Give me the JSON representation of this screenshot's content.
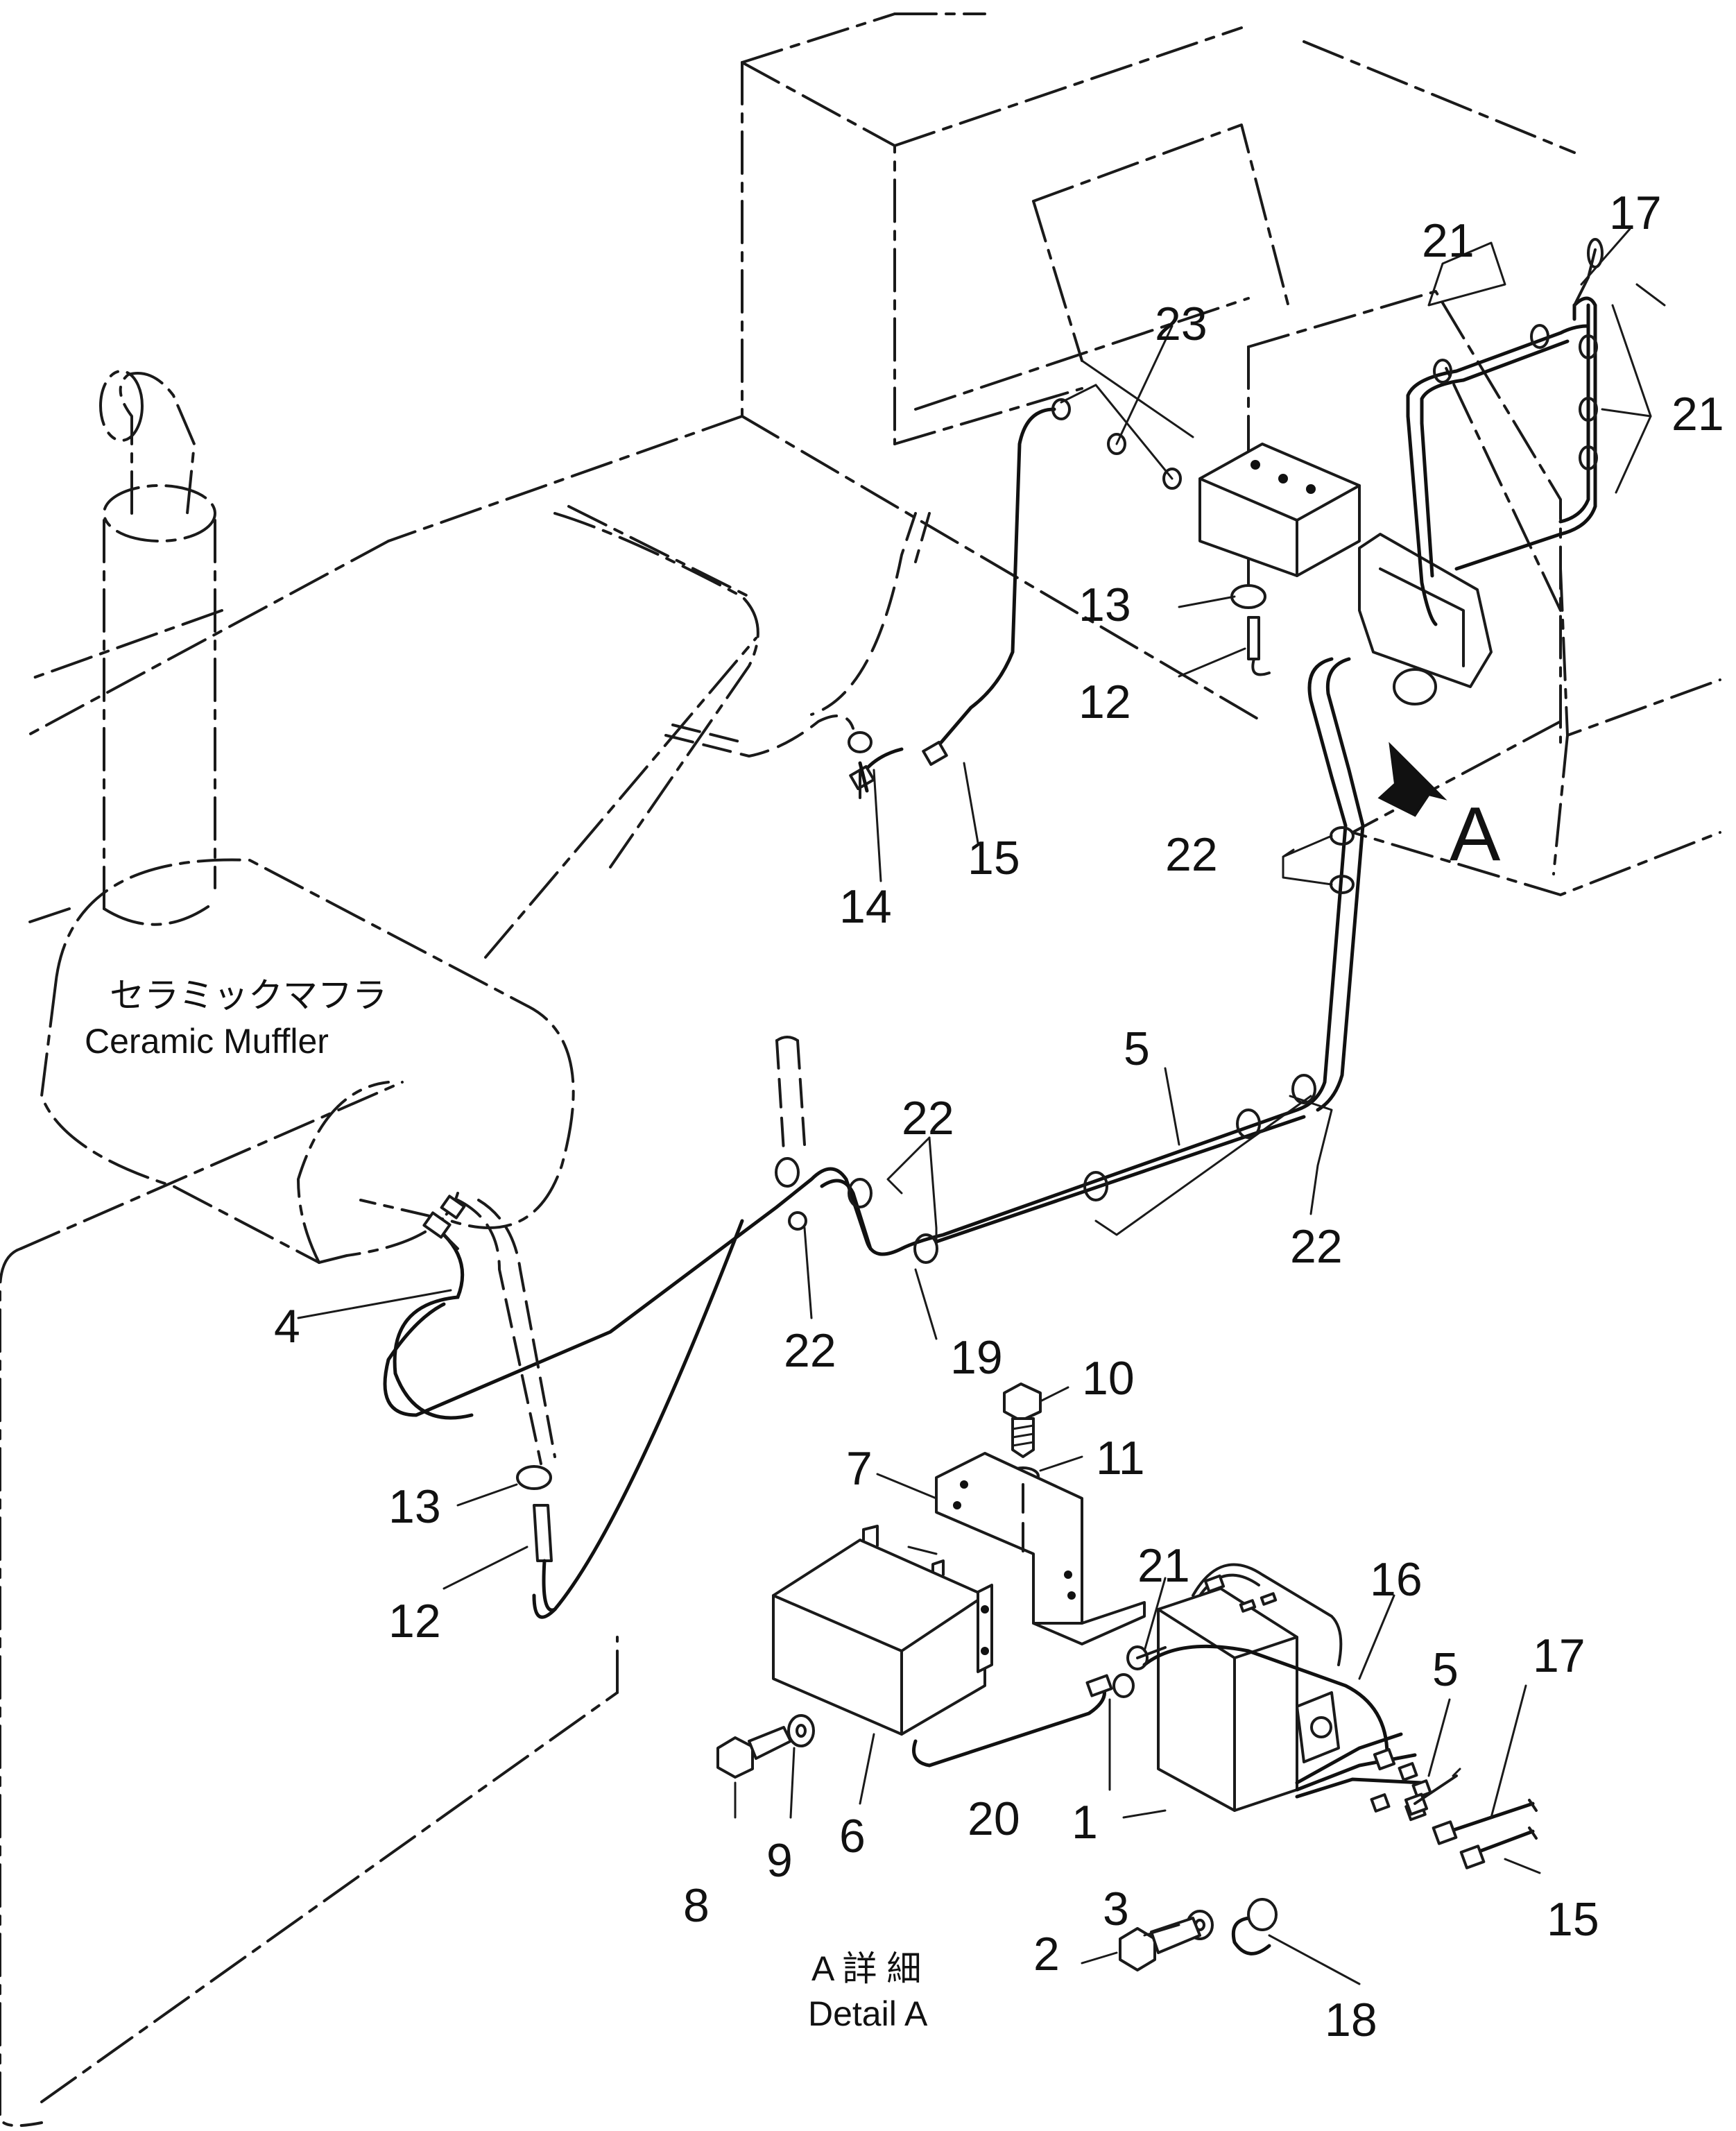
{
  "labels": {
    "muffler_jp": "セラミックマフラ",
    "muffler_en": "Ceramic Muffler",
    "view_letter": "A",
    "detail_jp": "A 詳 細",
    "detail_en": "Detail A"
  },
  "callouts": [
    {
      "id": "c17a",
      "text": "17"
    },
    {
      "id": "c21a",
      "text": "21"
    },
    {
      "id": "c21b",
      "text": "21"
    },
    {
      "id": "c23",
      "text": "23"
    },
    {
      "id": "c13a",
      "text": "13"
    },
    {
      "id": "c12a",
      "text": "12"
    },
    {
      "id": "c22a",
      "text": "22"
    },
    {
      "id": "c14",
      "text": "14"
    },
    {
      "id": "c15a",
      "text": "15"
    },
    {
      "id": "c5a",
      "text": "5"
    },
    {
      "id": "c22b",
      "text": "22"
    },
    {
      "id": "c22c",
      "text": "22"
    },
    {
      "id": "c22d",
      "text": "22"
    },
    {
      "id": "c19",
      "text": "19"
    },
    {
      "id": "c4",
      "text": "4"
    },
    {
      "id": "c10",
      "text": "10"
    },
    {
      "id": "c11",
      "text": "11"
    },
    {
      "id": "c7",
      "text": "7"
    },
    {
      "id": "c13b",
      "text": "13"
    },
    {
      "id": "c12b",
      "text": "12"
    },
    {
      "id": "c21c",
      "text": "21"
    },
    {
      "id": "c16",
      "text": "16"
    },
    {
      "id": "c5b",
      "text": "5"
    },
    {
      "id": "c17b",
      "text": "17"
    },
    {
      "id": "c20",
      "text": "20"
    },
    {
      "id": "c1",
      "text": "1"
    },
    {
      "id": "c8",
      "text": "8"
    },
    {
      "id": "c9",
      "text": "9"
    },
    {
      "id": "c6",
      "text": "6"
    },
    {
      "id": "c3",
      "text": "3"
    },
    {
      "id": "c2",
      "text": "2"
    },
    {
      "id": "c15b",
      "text": "15"
    },
    {
      "id": "c18",
      "text": "18"
    }
  ]
}
